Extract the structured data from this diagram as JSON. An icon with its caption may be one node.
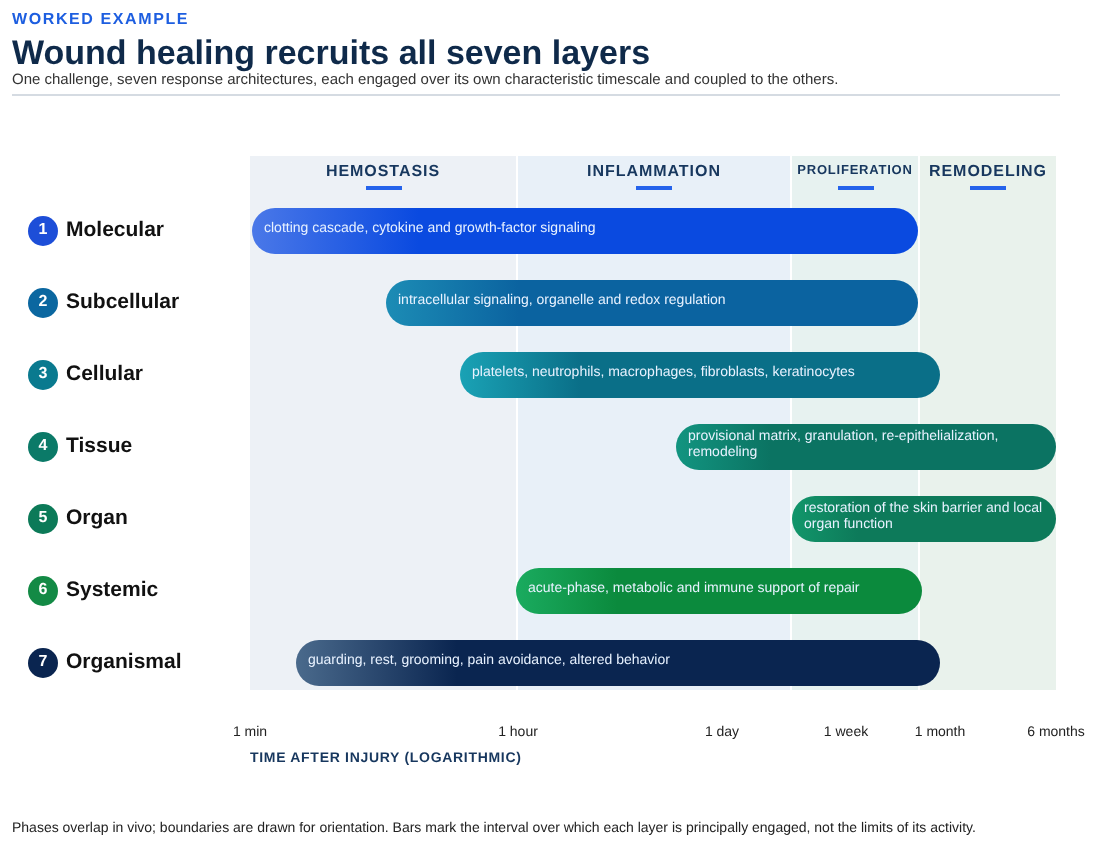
{
  "diagram": {
    "title": "Wound healing recruits all seven layers",
    "caption": "Phases overlap in vivo; boundaries are drawn for orientation. Bars mark the interval over which each layer is principally engaged, not the limits of its activity.",
    "nodes": [
      {
        "text": [
          "HEMOSTASIS"
        ]
      },
      {
        "text": [
          "INFLAMMATION"
        ]
      },
      {
        "text": [
          "PROLIFERATION"
        ]
      },
      {
        "text": [
          "REMODELING"
        ]
      },
      {
        "text": [
          "1"
        ],
        "beside": [
          "Molecular"
        ]
      },
      {
        "text": [
          "clotting cascade, cytokine and growth-factor signaling"
        ]
      },
      {
        "text": [
          "2"
        ],
        "beside": [
          "Subcellular"
        ]
      },
      {
        "text": [
          "intracellular signaling, organelle and redox regulation"
        ]
      },
      {
        "text": [
          "3"
        ],
        "beside": [
          "Cellular"
        ]
      },
      {
        "text": [
          "platelets, neutrophils, macrophages, fibroblasts, keratinocytes"
        ]
      },
      {
        "text": [
          "4"
        ],
        "beside": [
          "Tissue"
        ]
      },
      {
        "text": [
          "provisional matrix, granulation, re-epithelialization, remodeling"
        ]
      },
      {
        "text": [
          "5"
        ],
        "beside": [
          "Organ"
        ]
      },
      {
        "text": [
          "restoration of the skin barrier and local organ function"
        ]
      },
      {
        "text": [
          "6"
        ],
        "beside": [
          "Systemic"
        ]
      },
      {
        "text": [
          "acute-phase, metabolic and immune support of repair"
        ]
      },
      {
        "text": [
          "7"
        ],
        "beside": [
          "Organismal"
        ]
      },
      {
        "text": [
          "guarding, rest, grooming, pain avoidance, altered behavior"
        ]
      }
    ],
    "edges": [],
    "labels": [
      "WORKED EXAMPLE",
      "One challenge, seven response architectures, each engaged over its own characteristic timescale and coupled to the others.",
      "1 min",
      "1 hour",
      "1 day",
      "1 week",
      "1 month",
      "6 months",
      "TIME AFTER INJURY (LOGARITHMIC)"
    ]
  }
}
